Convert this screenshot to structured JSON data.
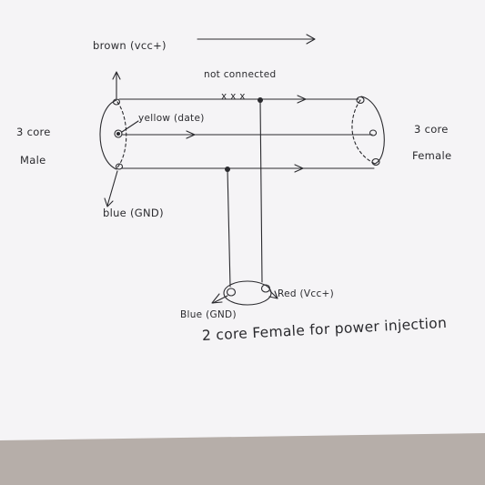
{
  "diagram": {
    "labels": {
      "brown_vcc": "brown (vcc+)",
      "not_connected": "not connected",
      "cut_marks": "x x x",
      "yellow_data": "yellow (date)",
      "blue_gnd_top": "blue (GND)",
      "male_line1": "3 core",
      "male_line2": "Male",
      "female_line1": "3 core",
      "female_line2": "Female",
      "blue_gnd_bottom": "Blue (GND)",
      "red_vcc": "Red (Vcc+)",
      "caption": "2 core Female for power injection"
    },
    "colors": {
      "ink": "#2a2a2e",
      "paper": "#f5f4f6",
      "background": "#b6aea9"
    }
  }
}
